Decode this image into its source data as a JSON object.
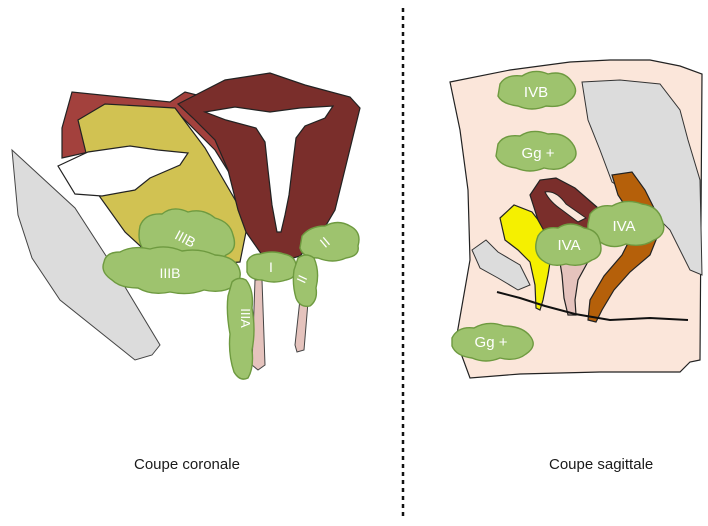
{
  "captions": {
    "coronal": "Coupe coronale",
    "sagittal": "Coupe sagittale"
  },
  "labels": {
    "coronal": {
      "iiib_upper": "IIIB",
      "iiib_lower": "IIIB",
      "i": "I",
      "ii_upper": "II",
      "ii_lower": "II",
      "iiia": "IIIA"
    },
    "sagittal": {
      "ivb": "IVB",
      "gg_upper": "Gg +",
      "iva_right": "IVA",
      "iva_left": "IVA",
      "gg_lower": "Gg +"
    }
  },
  "colors": {
    "uterus": "#7a2e2b",
    "tube_ovary": "#a3413d",
    "yellow_region": "#d1c252",
    "lesion_fill": "#9ec36e",
    "lesion_stroke": "#6e9a40",
    "bone": "#dcdcdc",
    "pelvis_bg": "#fbe6da",
    "bladder": "#f5f000",
    "rectum": "#b5600a",
    "vagina": "#e5c3bd"
  }
}
